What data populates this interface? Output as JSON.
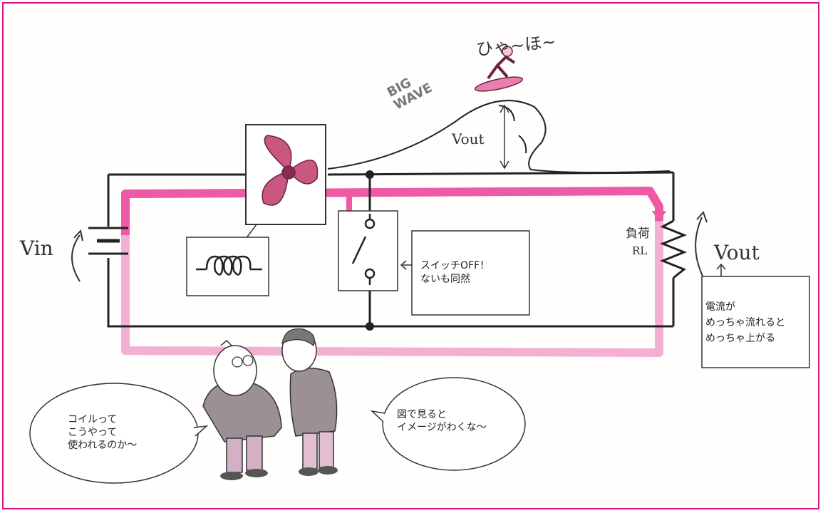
{
  "labels": {
    "vin": "Vin",
    "vout_right": "Vout",
    "vout_wave": "Vout",
    "surfer_shout": "ひゃ~ほ~",
    "big_wave": "BIG WAVE",
    "load": "負荷",
    "load_symbol": "RL"
  },
  "notes": {
    "switch_off": "スイッチOFF！\nないも同然",
    "current": "電流が\nめっちゃ流れると\nめっちゃ上がる"
  },
  "speech": {
    "left": "コイルって\nこうやって\n使われるのか〜",
    "right": "図で見ると\nイメージがわくな〜"
  },
  "colors": {
    "frame": "#d4188a",
    "current_path": "#ee5aa3",
    "current_path_faded": "#f6b8d6",
    "fan": "#c9577f"
  },
  "icons": [
    "battery-icon",
    "fan-icon",
    "inductor-icon",
    "switch-icon",
    "resistor-icon",
    "wave-icon",
    "surfer-icon"
  ]
}
